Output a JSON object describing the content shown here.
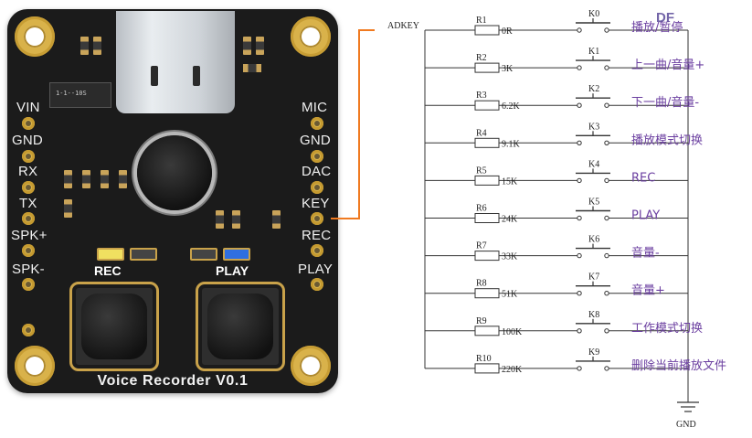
{
  "board": {
    "title": "Voice Recorder V0.1",
    "left_pins": [
      "VIN",
      "GND",
      "RX",
      "TX",
      "SPK+",
      "SPK-"
    ],
    "right_pins": [
      "MIC",
      "GND",
      "DAC",
      "KEY",
      "REC",
      "PLAY"
    ],
    "rec_button_label": "REC",
    "play_button_label": "PLAY",
    "chip_marking": "1-1--10S",
    "colors": {
      "pcb": "#1b1b1b",
      "gold": "#d9b24a",
      "wire": "#f07a20",
      "rec_led": "#f0e060",
      "play_led": "#2f6fe0"
    }
  },
  "schematic": {
    "net_label": "ADKEY",
    "ground_label": "GND",
    "watermark": "DF",
    "rows": [
      {
        "resistor": "R1",
        "value": "0R",
        "key": "K0",
        "function": "播放/暂停"
      },
      {
        "resistor": "R2",
        "value": "3K",
        "key": "K1",
        "function": "上一曲/音量+"
      },
      {
        "resistor": "R3",
        "value": "6.2K",
        "key": "K2",
        "function": "下一曲/音量-"
      },
      {
        "resistor": "R4",
        "value": "9.1K",
        "key": "K3",
        "function": "播放模式切换"
      },
      {
        "resistor": "R5",
        "value": "15K",
        "key": "K4",
        "function": "REC"
      },
      {
        "resistor": "R6",
        "value": "24K",
        "key": "K5",
        "function": "PLAY"
      },
      {
        "resistor": "R7",
        "value": "33K",
        "key": "K6",
        "function": "音量-"
      },
      {
        "resistor": "R8",
        "value": "51K",
        "key": "K7",
        "function": "音量+"
      },
      {
        "resistor": "R9",
        "value": "100K",
        "key": "K8",
        "function": "工作模式切换"
      },
      {
        "resistor": "R10",
        "value": "220K",
        "key": "K9",
        "function": "删除当前播放文件"
      }
    ]
  }
}
